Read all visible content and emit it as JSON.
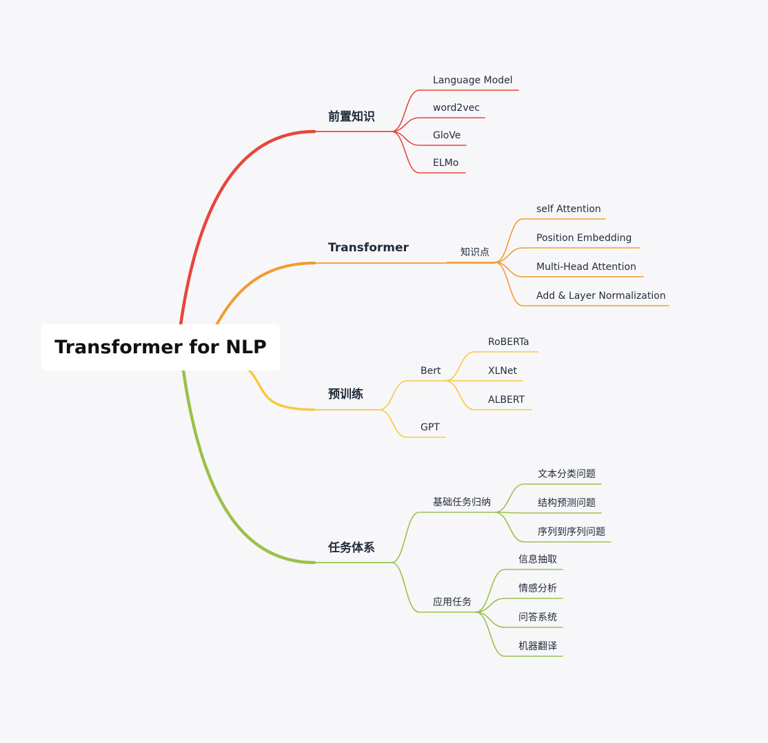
{
  "root": {
    "label": "Transformer for NLP"
  },
  "colors": {
    "background": "#f7f7f9",
    "red": "#e8453c",
    "orange": "#f39a2b",
    "yellow": "#f9c740",
    "green": "#9bc14a",
    "text": "#1f2a3a"
  },
  "branches": [
    {
      "id": "prereq",
      "label": "前置知识",
      "color": "#e8453c",
      "children": [
        {
          "label": "Language Model",
          "children": []
        },
        {
          "label": "word2vec",
          "children": []
        },
        {
          "label": "GloVe",
          "children": []
        },
        {
          "label": "ELMo",
          "children": []
        }
      ]
    },
    {
      "id": "transformer",
      "label": "Transformer",
      "color": "#f39a2b",
      "children": [
        {
          "label": "知识点",
          "children": [
            {
              "label": "self Attention"
            },
            {
              "label": "Position Embedding"
            },
            {
              "label": "Multi-Head Attention"
            },
            {
              "label": "Add & Layer Normalization"
            }
          ]
        }
      ]
    },
    {
      "id": "pretrain",
      "label": "预训练",
      "color": "#f9c740",
      "children": [
        {
          "label": "Bert",
          "children": [
            {
              "label": "RoBERTa"
            },
            {
              "label": "XLNet"
            },
            {
              "label": "ALBERT"
            }
          ]
        },
        {
          "label": "GPT",
          "children": []
        }
      ]
    },
    {
      "id": "tasks",
      "label": "任务体系",
      "color": "#9bc14a",
      "children": [
        {
          "label": "基础任务归纳",
          "children": [
            {
              "label": "文本分类问题"
            },
            {
              "label": "结构预测问题"
            },
            {
              "label": "序列到序列问题"
            }
          ]
        },
        {
          "label": "应用任务",
          "children": [
            {
              "label": "信息抽取"
            },
            {
              "label": "情感分析"
            },
            {
              "label": "问答系统"
            },
            {
              "label": "机器翻译"
            }
          ]
        }
      ]
    }
  ]
}
